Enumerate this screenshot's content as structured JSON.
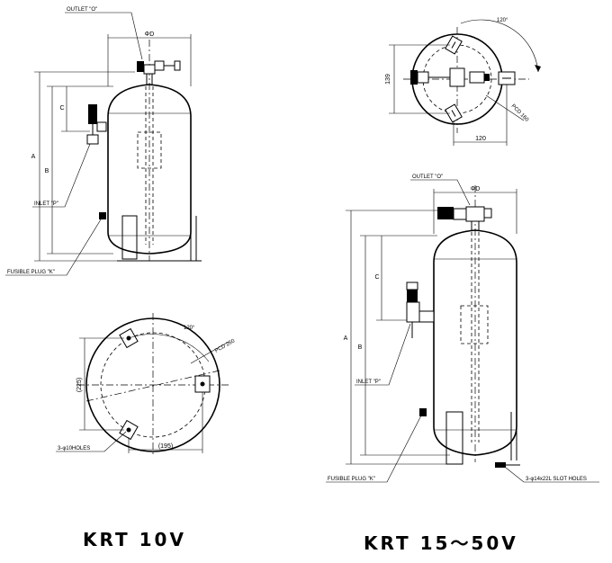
{
  "krt10v": {
    "model_label": "KRT  10V",
    "outlet_label": "OUTLET \"O\"",
    "inlet_label": "INLET \"P\"",
    "fusible_label": "FUSIBLE PLUG \"K\"",
    "dim_diameter": "ΦD",
    "dim_a": "A",
    "dim_b": "B",
    "dim_c": "C",
    "angle_label": "120°",
    "pcd_label": "PCD 260",
    "dim_225": "(225)",
    "dim_195": "(195)",
    "holes_label": "3-φ10HOLES"
  },
  "krt1550v": {
    "model_label": "KRT  15～50V",
    "outlet_label": "OUTLET \"O\"",
    "inlet_label": "INLET \"P\"",
    "fusible_label": "FUSIBLE PLUG \"K\"",
    "slot_label": "3-φ14x22L SLOT HOLES",
    "dim_diameter": "ΦD",
    "dim_a": "A",
    "dim_b": "B",
    "dim_c": "C",
    "angle_label": "120°",
    "pcd_label": "PCD 160",
    "dim_139": "139",
    "dim_120": "120"
  }
}
